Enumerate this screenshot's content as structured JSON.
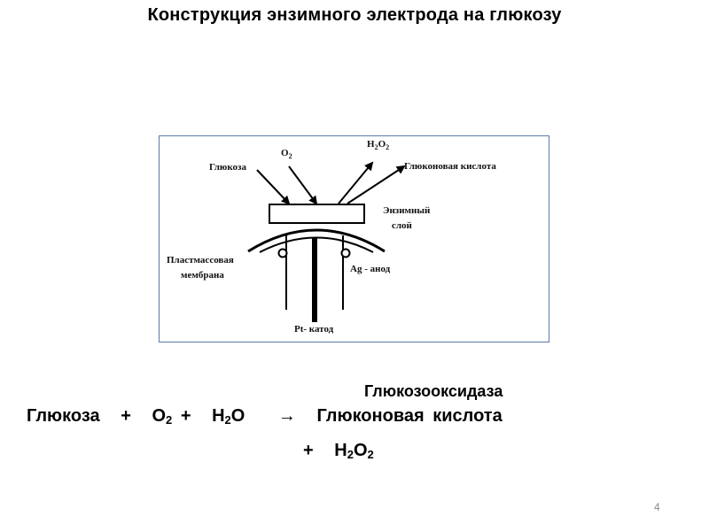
{
  "title": "Конструкция энзимного электрода на глюкозу",
  "diagram": {
    "label_glucose": "Глюкоза",
    "label_o2": "O",
    "label_o2_sub": "2",
    "label_h2o2_h": "H",
    "label_h2o2_sub1": "2",
    "label_h2o2_o": "O",
    "label_h2o2_sub2": "2",
    "label_gluconic": "Глюконовая кислота",
    "label_enzyme_layer_1": "Энзимный",
    "label_enzyme_layer_2": "слой",
    "label_membrane_1": "Пластмассовая",
    "label_membrane_2": "мембрана",
    "label_anode": "Ag - анод",
    "label_cathode": "Pt- катод"
  },
  "equation": {
    "enzyme": "Глюкозооксидаза",
    "reactant1": "Глюкоза",
    "plus1": "+",
    "o": "O",
    "o_sub": "2",
    "plus2": "+",
    "h": "H",
    "h_sub": "2",
    "water_o": "O",
    "arrow": "→",
    "product1": "Глюконовая кислота",
    "plus3": "+",
    "p_h": "H",
    "p_h_sub": "2",
    "p_o": "O",
    "p_o_sub": "2"
  },
  "page_number": "4"
}
